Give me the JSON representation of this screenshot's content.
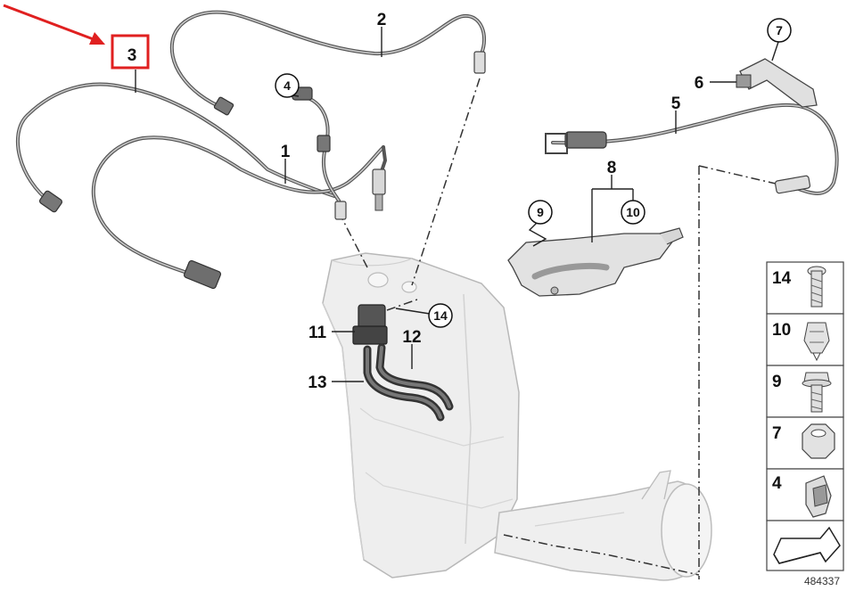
{
  "diagram": {
    "callouts": {
      "c1": "1",
      "c2": "2",
      "c3": "3",
      "c4": "4",
      "c5": "5",
      "c6": "6",
      "c7": "7",
      "c8": "8",
      "c9": "9",
      "c10": "10",
      "c11": "11",
      "c12": "12",
      "c13": "13",
      "c14": "14"
    },
    "highlight_color": "#e02020",
    "legend": [
      {
        "number": "14",
        "icon": "torx-bolt-icon"
      },
      {
        "number": "10",
        "icon": "clip-nut-icon"
      },
      {
        "number": "9",
        "icon": "hex-collar-bolt-icon"
      },
      {
        "number": "7",
        "icon": "hex-nut-icon"
      },
      {
        "number": "4",
        "icon": "spring-clip-icon"
      },
      {
        "number": "",
        "icon": "arrow-orientation-icon"
      }
    ],
    "reference_number": "484337"
  }
}
